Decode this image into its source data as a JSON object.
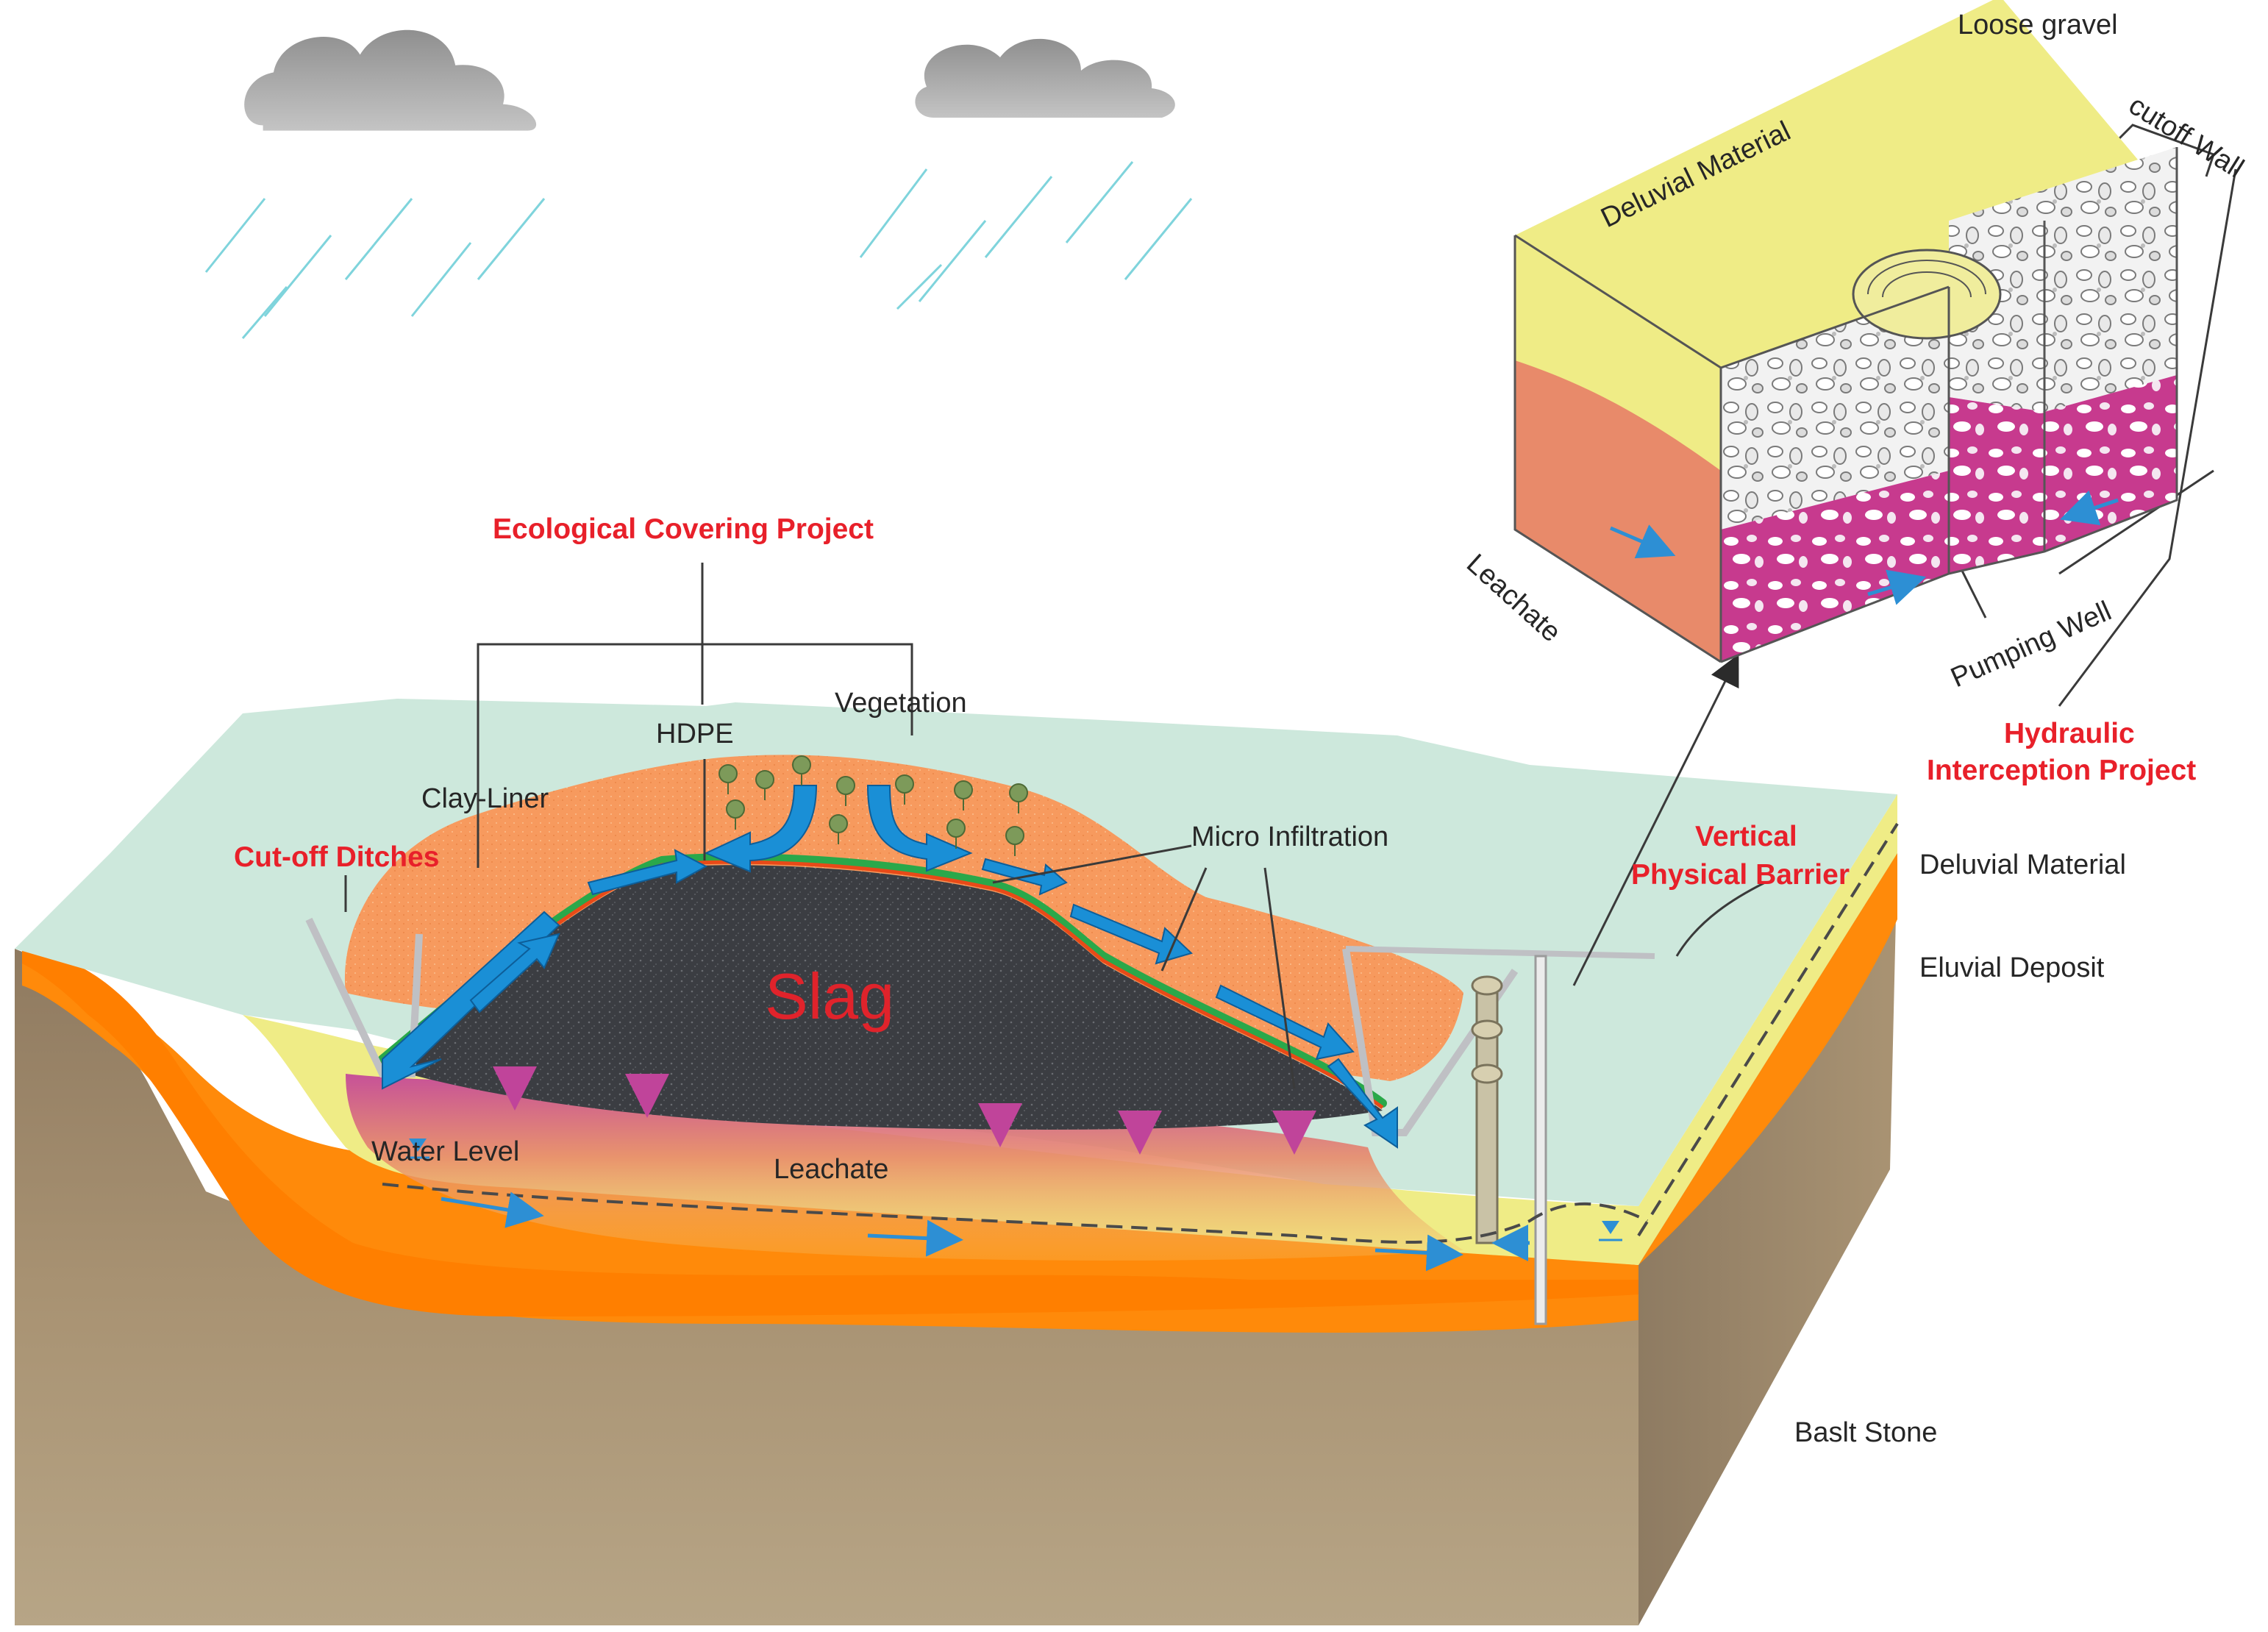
{
  "labels": {
    "ecological_covering_project": "Ecological Covering Project",
    "vegetation": "Vegetation",
    "hdpe": "HDPE",
    "clay_liner": "Clay-Liner",
    "cut_off_ditches": "Cut-off Ditches",
    "micro_infiltration": "Micro Infiltration",
    "vertical_physical_barrier_line1": "Vertical",
    "vertical_physical_barrier_line2": "Physical Barrier",
    "slag": "Slag",
    "water_level": "Water Level",
    "leachate_main": "Leachate",
    "deluvial_material": "Deluvial Material",
    "eluvial_deposit": "Eluvial Deposit",
    "basalt_stone": "Baslt Stone",
    "inset_deluvial_material": "Deluvial Material",
    "loose_gravel": "Loose gravel",
    "cutoff_wall": "cutoff Wall",
    "inset_leachate": "Leachate",
    "pumping_well": "Pumping Well",
    "hydraulic_interception_project_line1": "Hydraulic",
    "hydraulic_interception_project_line2": "Interception Project"
  },
  "colors": {
    "red_label": "#e8202a",
    "flow_arrow": "#1a8fd6",
    "slag": "#3b3d42",
    "cover_soil": "#f79a5e",
    "hdpe": "#2aa84a",
    "surface": "#cde8dc",
    "deluvial": "#efec86",
    "eluvial": "#ff8a0a",
    "bedrock": "#a18a6e",
    "leachate": "#c0449a",
    "rain": "#7fd4dc",
    "cloud": "#9e9e9e"
  }
}
